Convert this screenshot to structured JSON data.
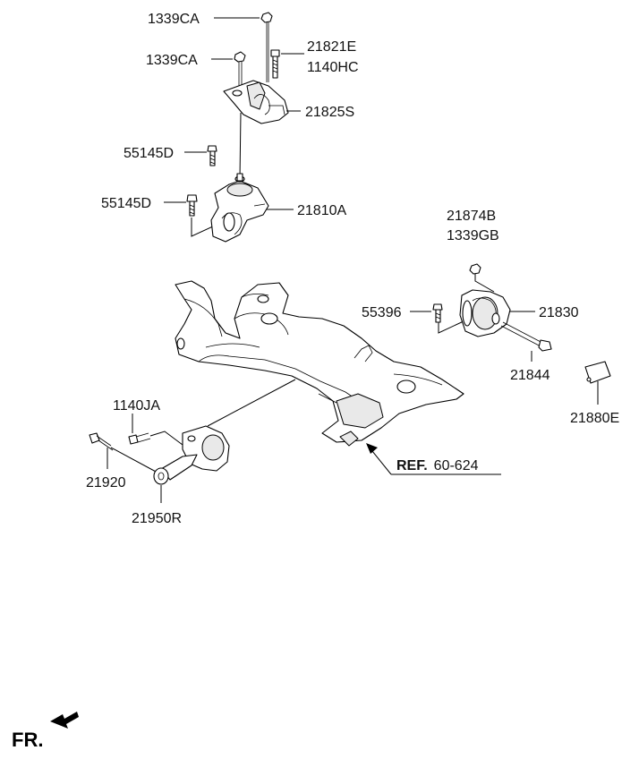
{
  "diagram": {
    "labels": {
      "p1339CA_top": "1339CA",
      "p1339CA_mid": "1339CA",
      "p21821E": "21821E",
      "p1140HC": "1140HC",
      "p21825S": "21825S",
      "p55145D_upper": "55145D",
      "p55145D_lower": "55145D",
      "p21810A": "21810A",
      "p21874B": "21874B",
      "p1339GB": "1339GB",
      "p55396": "55396",
      "p21830": "21830",
      "p21844": "21844",
      "p21880E": "21880E",
      "p1140JA": "1140JA",
      "p21920": "21920",
      "p21950R": "21950R"
    },
    "ref": {
      "prefix": "REF.",
      "number": "60-624"
    },
    "direction": {
      "label": "FR.",
      "icon": "front-arrow-icon"
    }
  }
}
